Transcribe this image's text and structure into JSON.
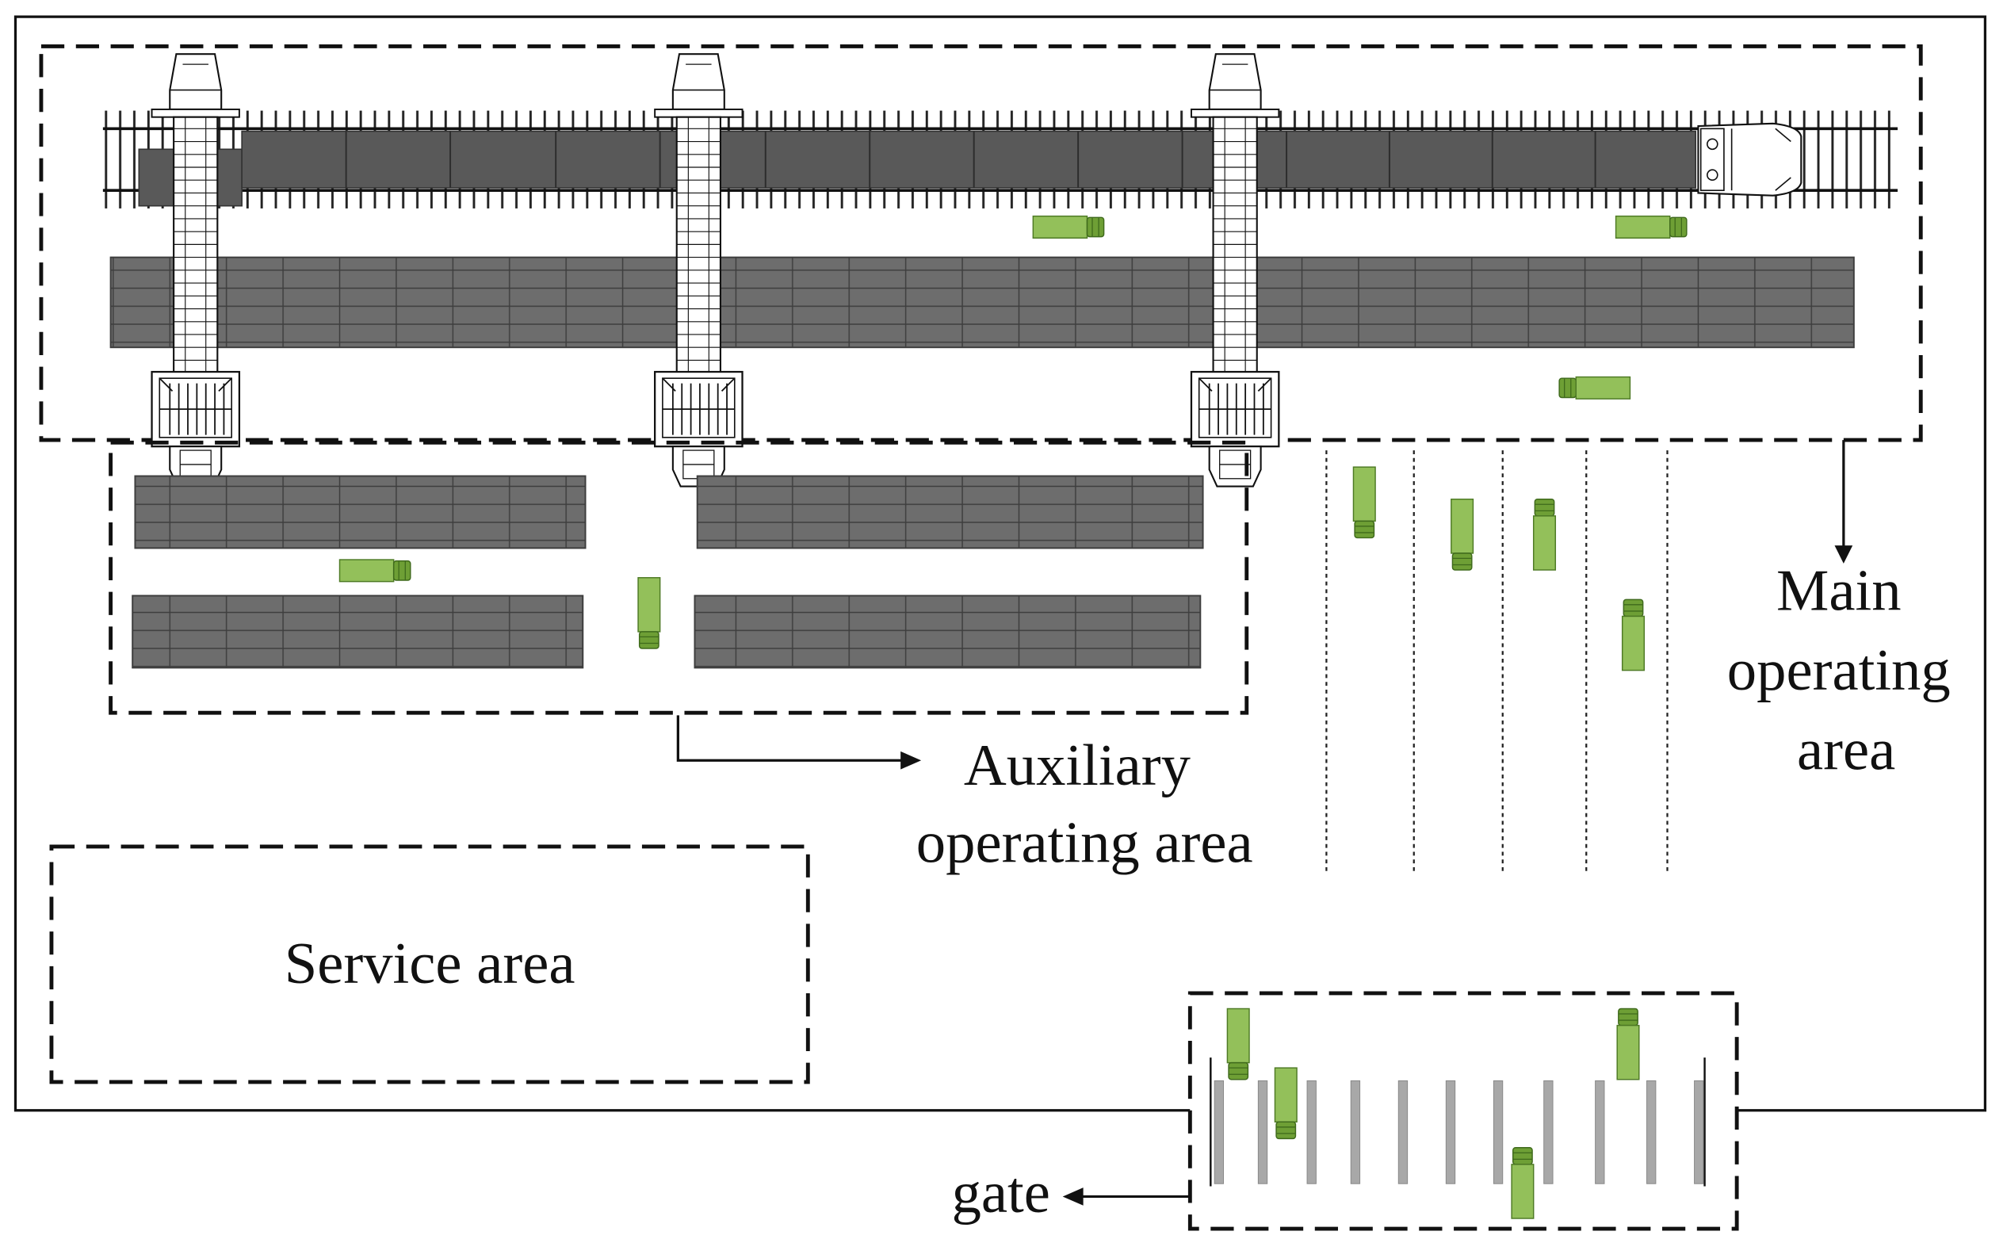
{
  "labels": {
    "main_area": [
      "Main",
      "operating",
      "area"
    ],
    "auxiliary_area": [
      "Auxiliary",
      "operating area"
    ],
    "service_area": "Service area",
    "gate": "gate"
  },
  "colors": {
    "container": "#6d6d6d",
    "container_line": "#3d3d3d",
    "train_car": "#595959",
    "truck_cargo": "#93c05a",
    "truck_cab": "#6e9f35",
    "gate_post": "#a8a8a8",
    "outline": "#111111",
    "crane": "#ffffff"
  },
  "icons": {
    "crane": "rail-mounted-gantry-crane-icon",
    "truck": "container-truck-icon",
    "locomotive": "locomotive-icon",
    "track": "railway-track-icon"
  },
  "counts": {
    "gantry_cranes": 3,
    "trucks_in_yard": 13,
    "gate_lanes": 11
  }
}
